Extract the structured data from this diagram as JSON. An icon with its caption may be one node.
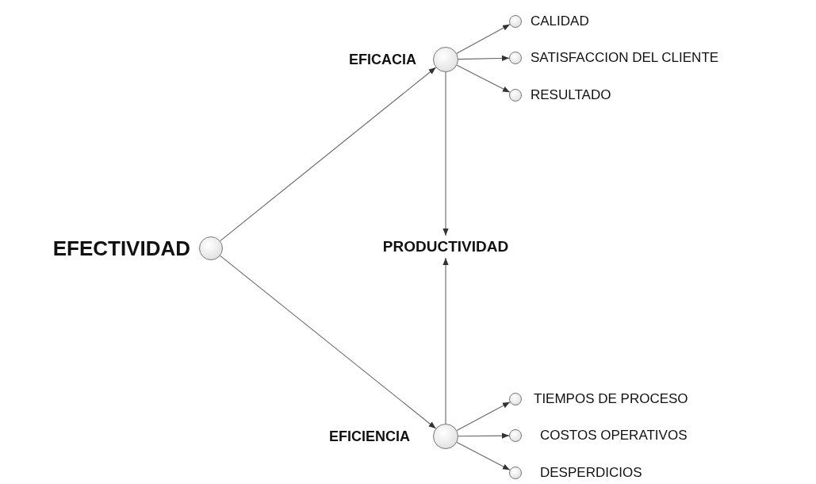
{
  "diagram": {
    "nodes": [
      {
        "text": [],
        "shape": "circle",
        "beside": [
          "EFECTIVIDAD"
        ]
      },
      {
        "text": [],
        "shape": "circle",
        "beside": [
          "EFICACIA"
        ]
      },
      {
        "text": [],
        "shape": "circle",
        "beside": [
          "CALIDAD"
        ]
      },
      {
        "text": [],
        "shape": "circle",
        "beside": [
          "SATISFACCION DEL CLIENTE"
        ]
      },
      {
        "text": [],
        "shape": "circle",
        "beside": [
          "RESULTADO"
        ]
      },
      {
        "text": [
          "PRODUCTIVIDAD"
        ]
      },
      {
        "text": [],
        "shape": "circle",
        "beside": [
          "EFICIENCIA"
        ]
      },
      {
        "text": [],
        "shape": "circle",
        "beside": [
          "TIEMPOS DE PROCESO"
        ]
      },
      {
        "text": [],
        "shape": "circle",
        "beside": [
          "COSTOS OPERATIVOS"
        ]
      },
      {
        "text": [],
        "shape": "circle",
        "beside": [
          "DESPERDICIOS"
        ]
      }
    ],
    "edges": [
      {
        "from": 0,
        "to": 1,
        "arrow": "to"
      },
      {
        "from": 0,
        "to": 6,
        "arrow": "to"
      },
      {
        "from": 1,
        "to": 2,
        "arrow": "to"
      },
      {
        "from": 1,
        "to": 3,
        "arrow": "to"
      },
      {
        "from": 1,
        "to": 4,
        "arrow": "to"
      },
      {
        "from": 1,
        "to": 5,
        "arrow": "to"
      },
      {
        "from": 6,
        "to": 5,
        "arrow": "to"
      },
      {
        "from": 6,
        "to": 7,
        "arrow": "to"
      },
      {
        "from": 6,
        "to": 8,
        "arrow": "to"
      },
      {
        "from": 6,
        "to": 9,
        "arrow": "to"
      }
    ]
  }
}
